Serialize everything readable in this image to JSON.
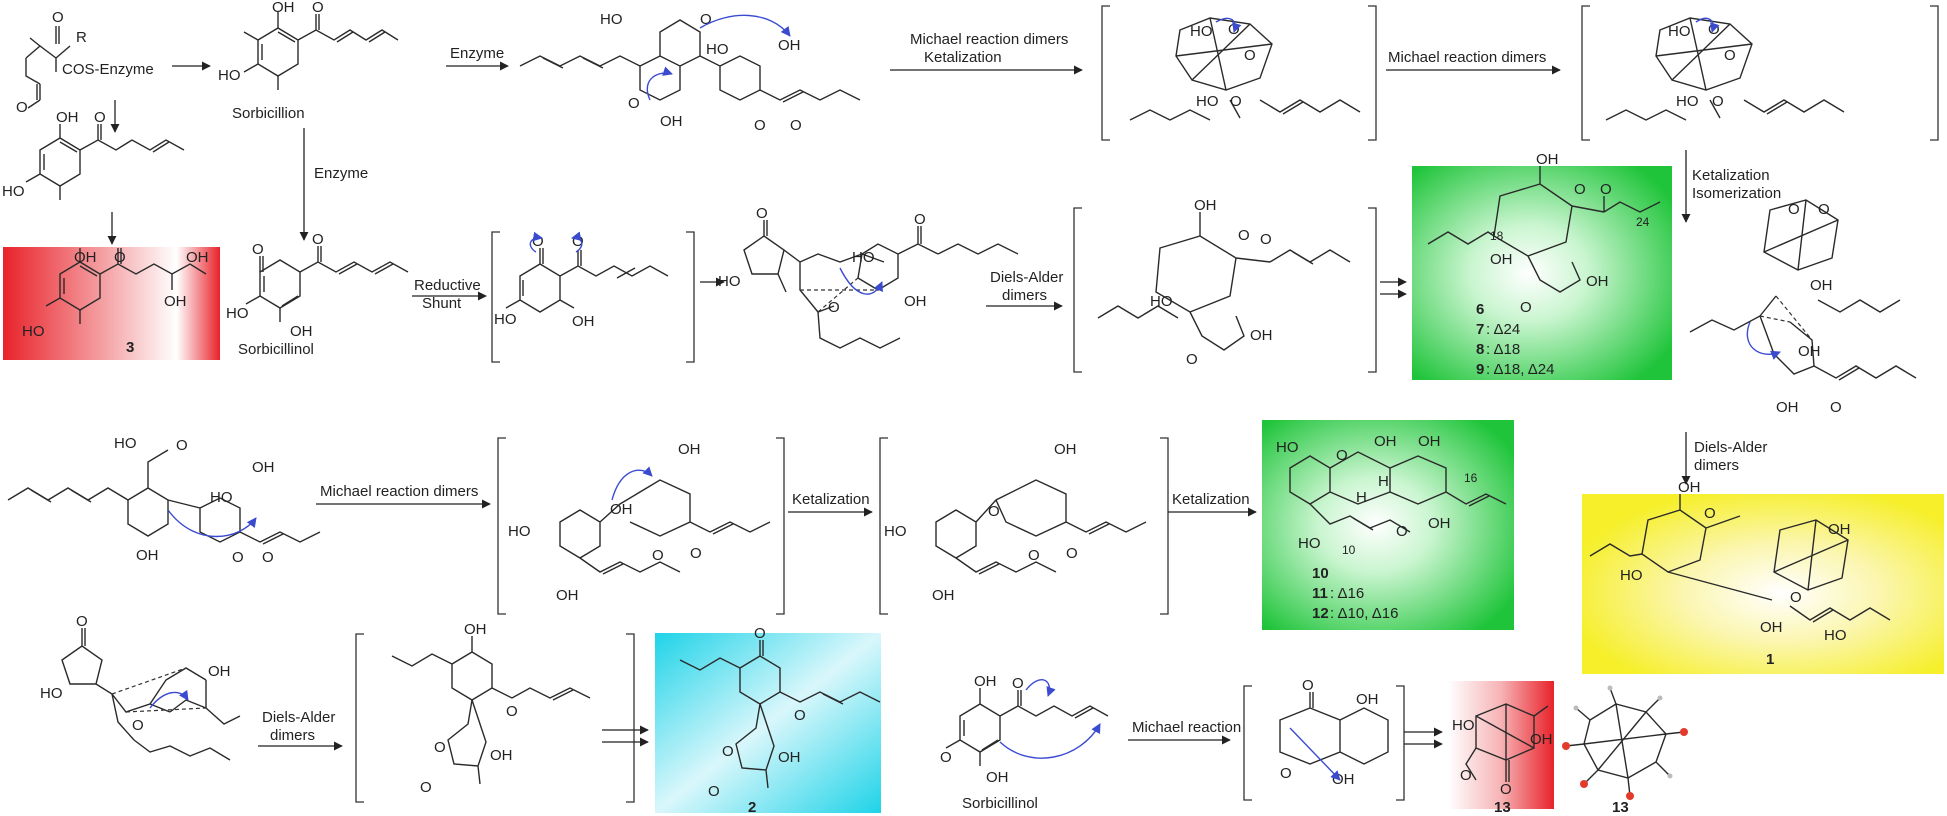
{
  "steps": {
    "enzyme_top": "Enzyme",
    "enzyme_left": "Enzyme",
    "michael_ketal_1": "Michael reaction dimers",
    "michael_ketal_2": "Ketalization",
    "michael_dimers_top": "Michael reaction dimers",
    "ketal_iso_1": "Ketalization",
    "ketal_iso_2": "Isomerization",
    "reductive_1": "Reductive",
    "reductive_2": "Shunt",
    "da_mid_1": "Diels-Alder",
    "da_mid_2": "dimers",
    "da_right_1": "Diels-Alder",
    "da_right_2": "dimers",
    "michael_row3": "Michael reaction dimers",
    "ketal_row3a": "Ketalization",
    "ketal_row3b": "Ketalization",
    "da_bottom_1": "Diels-Alder",
    "da_bottom_2": "dimers",
    "michael_bottom": "Michael reaction"
  },
  "names": {
    "sorbicillion": "Sorbicillion",
    "sorbicillinol_mid": "Sorbicillinol",
    "sorbicillinol_bottom": "Sorbicillinol"
  },
  "groups": {
    "r": "R",
    "cos_enzyme": "COS-Enzyme",
    "oh": "OH",
    "ho": "HO",
    "o": "O",
    "h": "H"
  },
  "compounds": {
    "c3": "3",
    "c1": "1",
    "c2": "2",
    "c13": "13",
    "c13_xray": "13",
    "box69": {
      "c6": "6",
      "c7": "7",
      "c7_sup": ": Δ24",
      "c8": "8",
      "c8_sup": ": Δ18",
      "c9": "9",
      "c9_sup": ": Δ18, Δ24",
      "pos18": "18",
      "pos24": "24"
    },
    "box1012": {
      "c10": "10",
      "c11": "11",
      "c11_sup": ": Δ16",
      "c12": "12",
      "c12_sup": ": Δ10, Δ16",
      "pos10": "10",
      "pos16": "16"
    }
  },
  "colors": {
    "red": "#e8222a",
    "green": "#1fc43a",
    "yellow": "#f6ef2a",
    "cyan": "#1fd3e8",
    "curly_arrow": "#3b4bd0"
  }
}
